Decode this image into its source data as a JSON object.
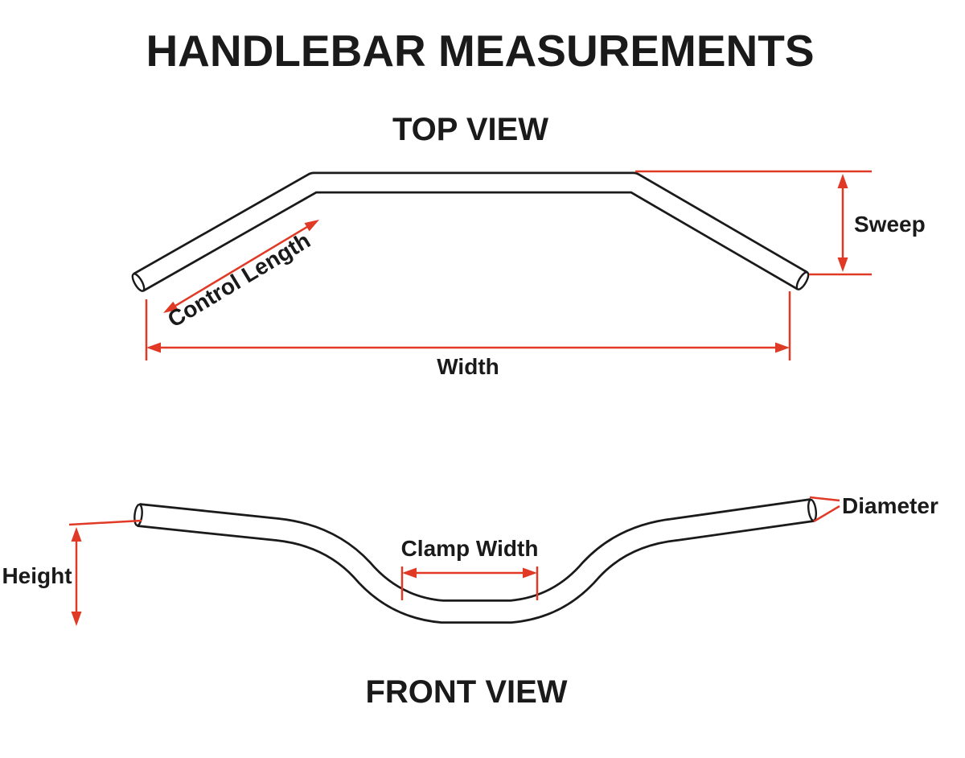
{
  "title": "HANDLEBAR MEASUREMENTS",
  "colors": {
    "accent": "#e03a26",
    "ink": "#1a1a1a",
    "paper": "#ffffff"
  },
  "top_view": {
    "label": "TOP VIEW",
    "measurements": {
      "sweep": "Sweep",
      "control_length": "Control Length",
      "width": "Width"
    }
  },
  "front_view": {
    "label": "FRONT VIEW",
    "measurements": {
      "diameter": "Diameter",
      "clamp_width": "Clamp Width",
      "height": "Height"
    }
  }
}
